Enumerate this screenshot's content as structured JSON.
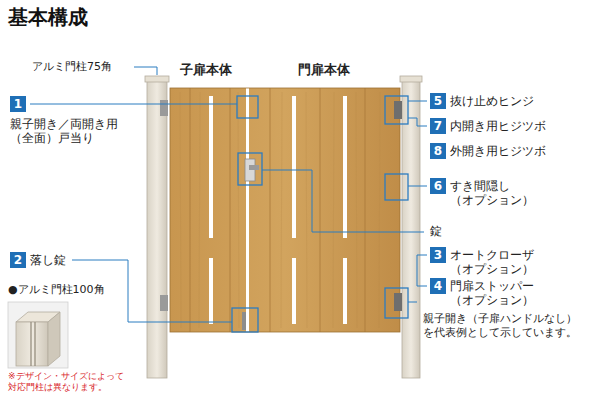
{
  "diagram": {
    "title": "基本構成",
    "nodes": [
      {
        "text": [
          "1",
          "親子開き／両開き用 （全面）戸当り"
        ]
      },
      {
        "text": [
          "5",
          "抜け止めヒンジ"
        ]
      },
      {
        "text": [
          "7",
          "内開き用ヒジツボ"
        ]
      },
      {
        "text": [
          "8",
          "外開き用ヒジツボ"
        ]
      },
      {
        "text": [
          "6",
          "すき間隠し （オプション）"
        ]
      },
      {
        "text": [
          "3",
          "オートクローザ （オプション）"
        ]
      },
      {
        "text": [
          "4",
          "門扉ストッパー （オプション）"
        ]
      },
      {
        "text": [
          "2",
          "落し錠"
        ]
      }
    ],
    "labels": [
      "アルミ門柱75角",
      "子扉本体",
      "門扉本体",
      "錠",
      "●アルミ門柱100角",
      "※デザイン・サイズによって 対応門柱は異なります。",
      "親子開き（子扉ハンドルなし） を代表例として示しています。"
    ]
  }
}
